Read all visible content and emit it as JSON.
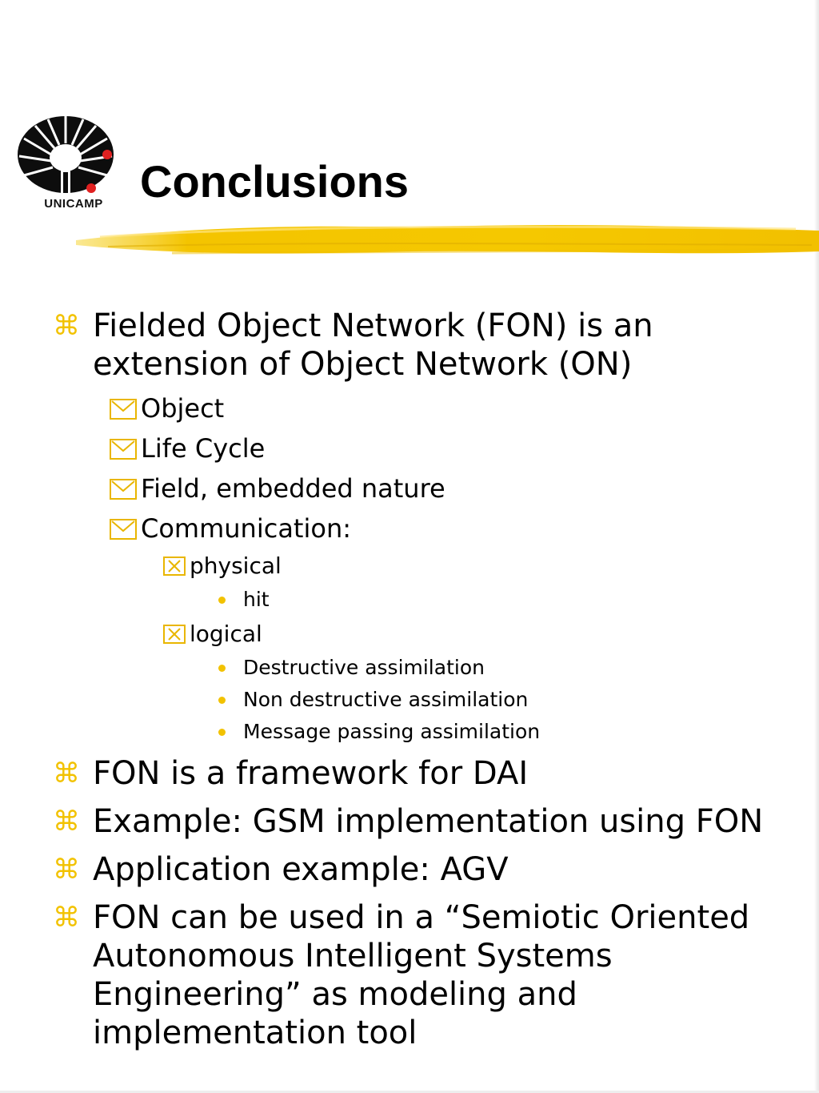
{
  "slide": {
    "title": "Conclusions",
    "logo_text": "UNICAMP",
    "accent_color": "#f2c200",
    "bullets": [
      {
        "text_lines": [
          "Fielded Object Network (FON) is an",
          "extension of Object Network (ON)"
        ]
      },
      {
        "text": "Object"
      },
      {
        "text": "Life Cycle"
      },
      {
        "text": "Field, embedded nature"
      },
      {
        "text": "Communication:"
      },
      {
        "text": "physical"
      },
      {
        "text": "hit"
      },
      {
        "text": "logical"
      },
      {
        "text": "Destructive assimilation"
      },
      {
        "text": "Non destructive assimilation"
      },
      {
        "text": "Message passing assimilation"
      },
      {
        "text": "FON is a framework for DAI"
      },
      {
        "text": "Example: GSM implementation using FON"
      },
      {
        "text": "Application example: AGV"
      },
      {
        "text_lines": [
          "FON can be used in a “Semiotic Oriented",
          "Autonomous Intelligent Systems",
          "Engineering” as modeling and",
          "implementation tool"
        ]
      }
    ],
    "icons": {
      "level1": "command-key-icon",
      "level2": "checkbox-icon",
      "level3": "x-box-icon",
      "level4": "dot-icon"
    }
  }
}
